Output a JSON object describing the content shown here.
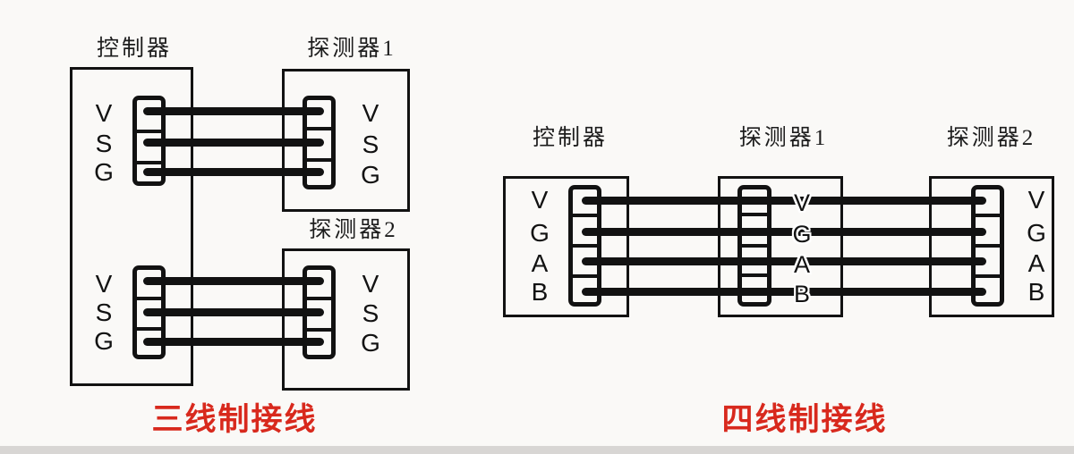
{
  "figure": {
    "left": {
      "caption": "三线制接线",
      "controller": "控制器",
      "detector1": "探测器1",
      "detector2": "探测器2",
      "terminals": [
        "V",
        "S",
        "G"
      ]
    },
    "right": {
      "caption": "四线制接线",
      "controller": "控制器",
      "detector1": "探测器1",
      "detector2": "探测器2",
      "terminals": [
        "V",
        "G",
        "A",
        "B"
      ]
    }
  },
  "colors": {
    "caption_red": "#d8291d",
    "line_black": "#121212",
    "background": "#faf9f7",
    "bottom_strip": "#d8d6d4"
  }
}
